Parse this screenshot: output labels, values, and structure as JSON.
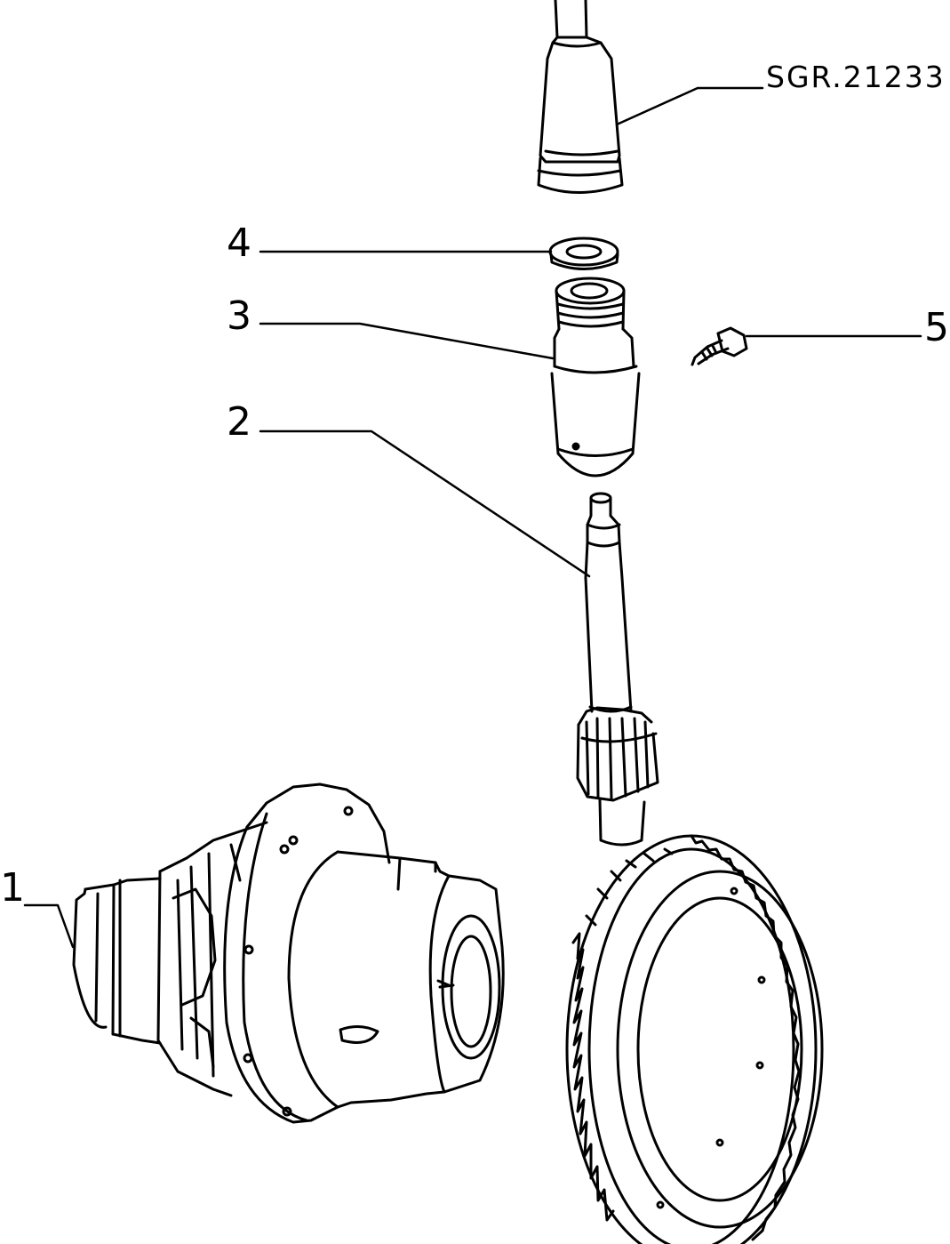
{
  "drawing_code": "SGR.21233",
  "callouts": [
    {
      "id": "1",
      "label": "1"
    },
    {
      "id": "2",
      "label": "2"
    },
    {
      "id": "3",
      "label": "3"
    },
    {
      "id": "4",
      "label": "4"
    },
    {
      "id": "5",
      "label": "5"
    }
  ],
  "colors": {
    "ink": "#000000",
    "paper": "#ffffff"
  }
}
